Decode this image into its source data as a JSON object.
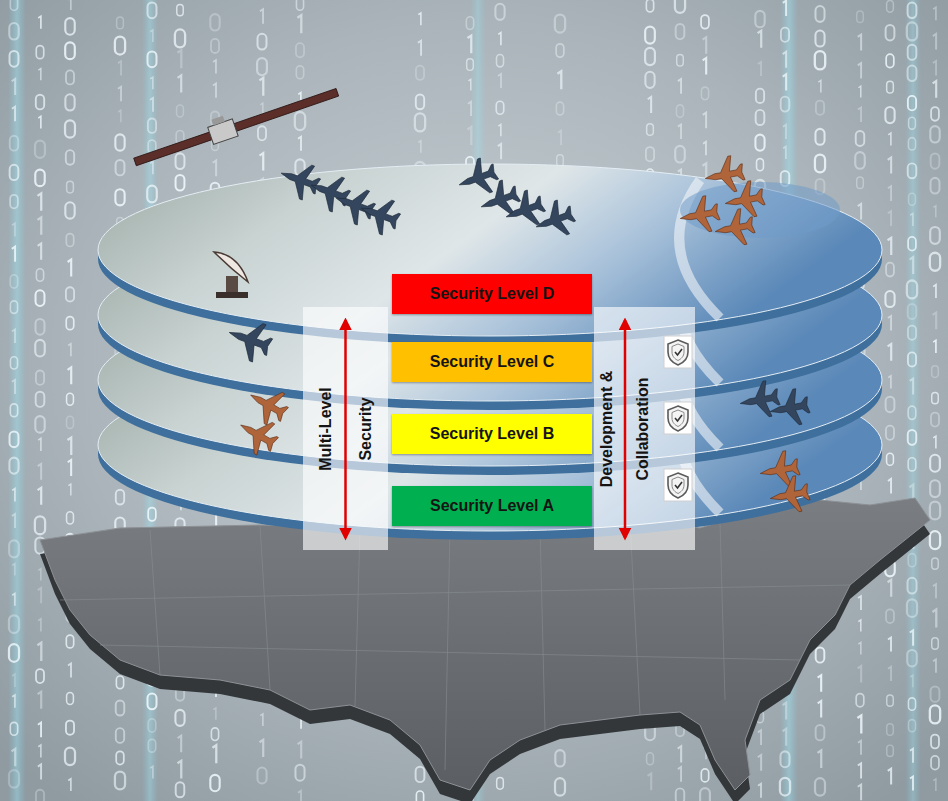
{
  "diagram": {
    "nodes": [
      {
        "text": [
          "Multi-Level Security"
        ]
      },
      {
        "text": [
          "Security Level D"
        ]
      },
      {
        "text": [
          "Security Level C"
        ]
      },
      {
        "text": [
          "Security Level B"
        ]
      },
      {
        "text": [
          "Security Level A"
        ]
      },
      {
        "text": [
          "Development & Collaboration"
        ]
      }
    ]
  }
}
